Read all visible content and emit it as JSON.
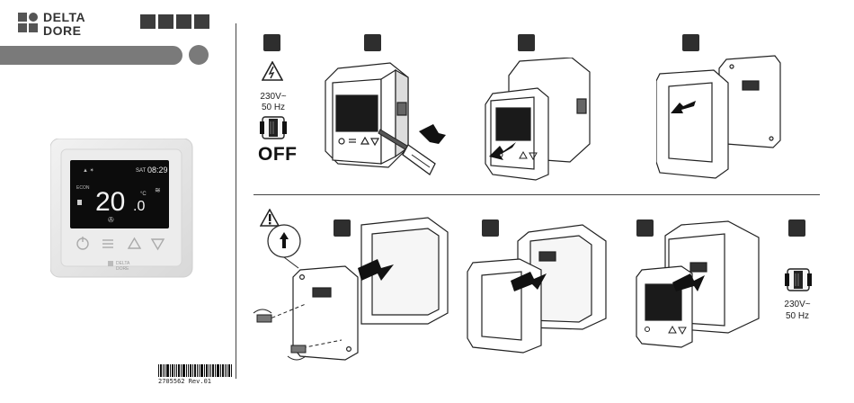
{
  "brand": {
    "name_line1": "DELTA",
    "name_line2": "DORE"
  },
  "device": {
    "time": "08:29",
    "day": "SAT",
    "temperature": "20",
    "temperature_decimal": ".0",
    "unit": "°C",
    "mode_label": "ECON",
    "brand_line1": "DELTA",
    "brand_line2": "DORE"
  },
  "barcode_text": "2705562 Rev.01",
  "power_off": {
    "voltage": "230V~",
    "frequency": "50 Hz",
    "state": "OFF"
  },
  "power_on": {
    "voltage": "230V~",
    "frequency": "50 Hz"
  },
  "icons": [
    "high-voltage-icon",
    "circuit-breaker-icon",
    "warning-icon",
    "arrow-up-icon",
    "screwdriver-icon",
    "power-icon",
    "settings-icon",
    "up-arrow-icon",
    "down-arrow-icon"
  ]
}
